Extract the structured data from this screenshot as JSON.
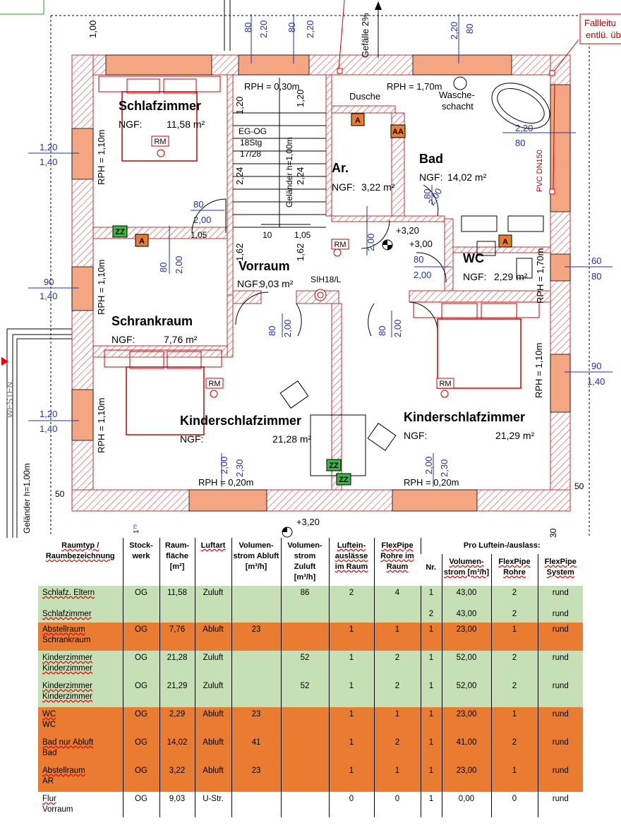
{
  "plan": {
    "rooms": {
      "schlafzimmer": {
        "name": "Schlafzimmer",
        "ngf_label": "NGF:",
        "ngf_value": "11,58 m²"
      },
      "schrankraum": {
        "name": "Schrankraum",
        "ngf_label": "NGF:",
        "ngf_value": "7,76 m²"
      },
      "vorraum": {
        "name": "Vorraum",
        "ngf_label": "NGF:",
        "ngf_value": "9,03 m²"
      },
      "ar": {
        "name": "Ar.",
        "ngf_label": "NGF:",
        "ngf_value": "3,22 m²"
      },
      "bad": {
        "name": "Bad",
        "ngf_label": "NGF:",
        "ngf_value": "14,02 m²"
      },
      "wc": {
        "name": "WC",
        "ngf_label": "NGF:",
        "ngf_value": "2,29 m²"
      },
      "kinder1": {
        "name": "Kinderschlafzimmer",
        "ngf_label": "NGF:",
        "ngf_value": "21,28 m²"
      },
      "kinder2": {
        "name": "Kinderschlafzimmer",
        "ngf_label": "NGF:",
        "ngf_value": "21,29 m²"
      }
    },
    "labels": {
      "rph_030": "RPH = 0,30m",
      "rph_170": "RPH = 1,70m",
      "rph_110": "RPH = 1,10m",
      "rph_020": "RPH = 0,20m",
      "rph_170v": "RPH = 1,70m",
      "dusche": "Dusche",
      "wasche1": "Wasche-",
      "wasche2": "schacht",
      "gefaelle": "Gefälle 2%",
      "fallleitung1": "Fallleitu",
      "fallleitung2": "entlü. üb",
      "eg_og": "EG-OG",
      "stg": "18Stg",
      "stg2": "17/28",
      "gelaender_v": "Geländer h=1,00m",
      "gelaender_left": "Geländer h=1,00m",
      "westen": "WESTEN",
      "pvc": "PVC DN150",
      "sih": "SIH18/L",
      "lvl_320": "+3,20",
      "lvl_300": "+3,00",
      "lvl_320b": "+3,20",
      "rm": "RM",
      "a": "A",
      "aa": "AA",
      "zz": "ZZ",
      "d_100": "1,00",
      "d_120a": "1,20",
      "d_120b": "1,20",
      "d_105a": "1,05",
      "d_10": "10",
      "d_105b": "1,05",
      "d_162a": "1,62",
      "d_162b": "1,62",
      "d_224a": "2,24",
      "d_224b": "2,24",
      "d_50a": "50",
      "d_50b": "50",
      "d_175": "1⁷⁵",
      "d_30": "30"
    },
    "blue": {
      "b80": "80",
      "b220": "2,20",
      "b200": "2,00",
      "b120": "1,20",
      "b140": "1,40",
      "b90": "90",
      "b230": "2,30",
      "b60": "60"
    }
  },
  "table": {
    "headers": {
      "raumtyp": "Raumtyp / Raumbezeichnung",
      "stock": "Stock-werk",
      "flaeche": "Raum-fläche [m²]",
      "luftart": "Luftart",
      "abluft": "Volumen-strom Abluft [m³/h]",
      "zuluft": "Volumen-strom Zuluft [m³/h]",
      "auslaesse": "Luftein-auslässe im Raum",
      "flexpipe": "FlexPipe Rohre im Raum",
      "pro": "Pro Luftein-/auslass:",
      "nr": "Nr.",
      "vs": "Volumen-strom [m³/h]",
      "fp_rohre": "FlexPipe Rohre",
      "fp_system": "FlexPipe System"
    },
    "rows": [
      {
        "name1": "Schlafz. Eltern",
        "name2": "",
        "stock": "OG",
        "flaeche": "11,58",
        "luftart": "Zuluft",
        "abluft": "",
        "zuluft": "86",
        "auslaesse": "2",
        "flex": "4",
        "nr": "1",
        "vs": "43,00",
        "fprohre": "2",
        "system": "rund",
        "color": "green"
      },
      {
        "name1": "Schlafzimmer",
        "name2": "",
        "stock": "",
        "flaeche": "",
        "luftart": "",
        "abluft": "",
        "zuluft": "",
        "auslaesse": "",
        "flex": "",
        "nr": "2",
        "vs": "43,00",
        "fprohre": "2",
        "system": "rund",
        "color": "green"
      },
      {
        "name1": "Abstellraum",
        "name2": "Schrankraum",
        "stock": "OG",
        "flaeche": "7,76",
        "luftart": "Abluft",
        "abluft": "23",
        "zuluft": "",
        "auslaesse": "1",
        "flex": "1",
        "nr": "1",
        "vs": "23,00",
        "fprohre": "1",
        "system": "rund",
        "color": "orange"
      },
      {
        "name1": "Kinderzimmer",
        "name2": "Kinderzimmer",
        "stock": "OG",
        "flaeche": "21,28",
        "luftart": "Zuluft",
        "abluft": "",
        "zuluft": "52",
        "auslaesse": "1",
        "flex": "2",
        "nr": "1",
        "vs": "52,00",
        "fprohre": "2",
        "system": "rund",
        "color": "green"
      },
      {
        "name1": "Kinderzimmer",
        "name2": "Kinderzimmer",
        "stock": "OG",
        "flaeche": "21,29",
        "luftart": "Zuluft",
        "abluft": "",
        "zuluft": "52",
        "auslaesse": "1",
        "flex": "2",
        "nr": "1",
        "vs": "52,00",
        "fprohre": "2",
        "system": "rund",
        "color": "green"
      },
      {
        "name1": "WC",
        "name2": "WC",
        "stock": "OG",
        "flaeche": "2,29",
        "luftart": "Abluft",
        "abluft": "23",
        "zuluft": "",
        "auslaesse": "1",
        "flex": "1",
        "nr": "1",
        "vs": "23,00",
        "fprohre": "1",
        "system": "rund",
        "color": "orange"
      },
      {
        "name1": "Bad nur Abluft",
        "name2": "Bad",
        "stock": "OG",
        "flaeche": "14,02",
        "luftart": "Abluft",
        "abluft": "41",
        "zuluft": "",
        "auslaesse": "1",
        "flex": "2",
        "nr": "1",
        "vs": "41,00",
        "fprohre": "2",
        "system": "rund",
        "color": "orange"
      },
      {
        "name1": "Abstellraum",
        "name2": "AR",
        "stock": "OG",
        "flaeche": "3,22",
        "luftart": "Abluft",
        "abluft": "23",
        "zuluft": "",
        "auslaesse": "1",
        "flex": "1",
        "nr": "1",
        "vs": "23,00",
        "fprohre": "1",
        "system": "rund",
        "color": "orange"
      },
      {
        "name1": "Flur",
        "name2": "Vorraum",
        "stock": "OG",
        "flaeche": "9,03",
        "luftart": "U-Str.",
        "abluft": "",
        "zuluft": "",
        "auslaesse": "0",
        "flex": "0",
        "nr": "1",
        "vs": "0,00",
        "fprohre": "0",
        "system": "rund",
        "color": "white"
      }
    ]
  },
  "colors": {
    "wall_hatch": "#d9534f",
    "orange": "#ea7c32",
    "green": "#c6dfb5",
    "dim_blue": "#1f2fbf",
    "zz_green": "#3ab54a"
  }
}
